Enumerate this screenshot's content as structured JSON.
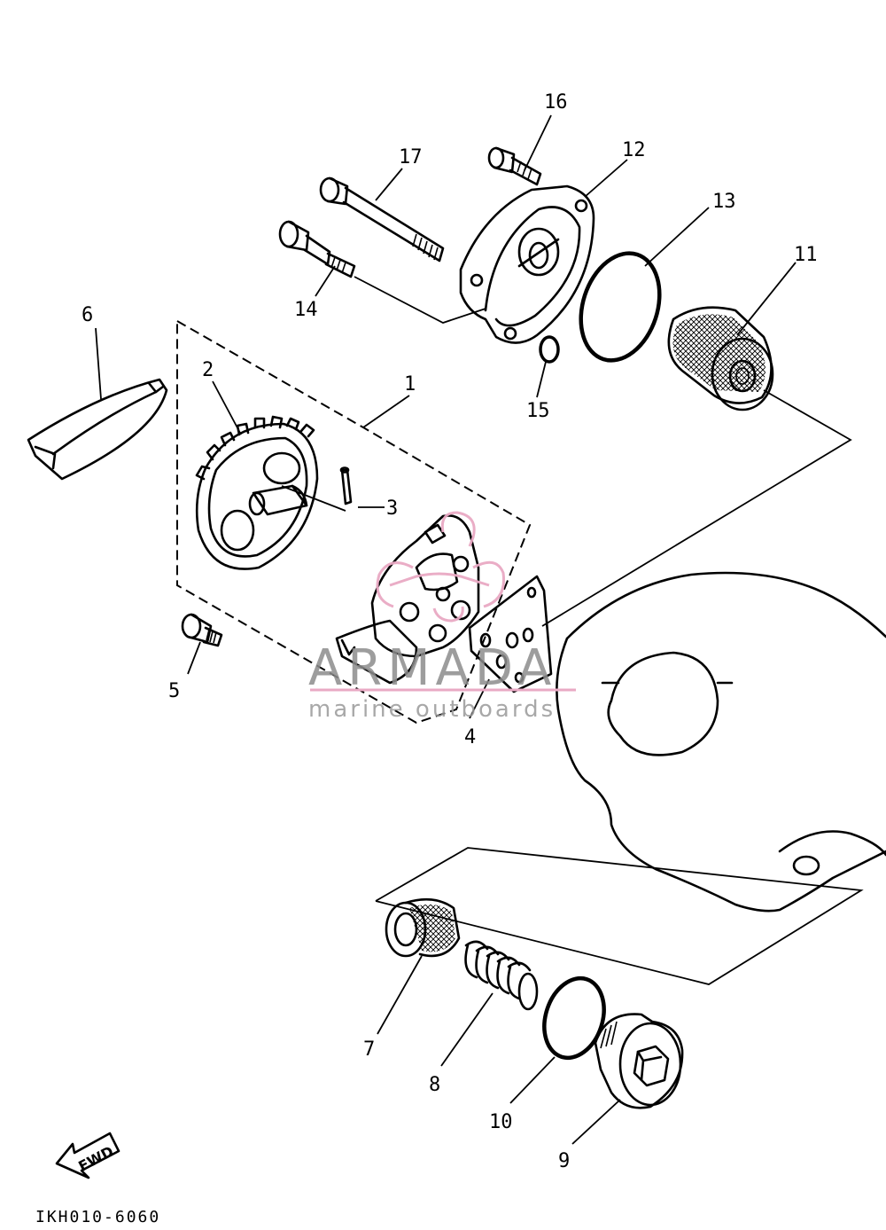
{
  "callouts": {
    "c1": "1",
    "c2": "2",
    "c3": "3",
    "c4": "4",
    "c5": "5",
    "c6": "6",
    "c7": "7",
    "c8": "8",
    "c9": "9",
    "c10": "10",
    "c11": "11",
    "c12": "12",
    "c13": "13",
    "c14": "14",
    "c15": "15",
    "c16": "16",
    "c17": "17"
  },
  "direction_label": "FWD",
  "diagram_code": "IKH010-6060",
  "watermark": {
    "title": "ARMADA",
    "subtitle": "marine outboards",
    "accent_color": "#e9a9c4"
  },
  "colors": {
    "line": "#000000",
    "background": "#ffffff"
  }
}
